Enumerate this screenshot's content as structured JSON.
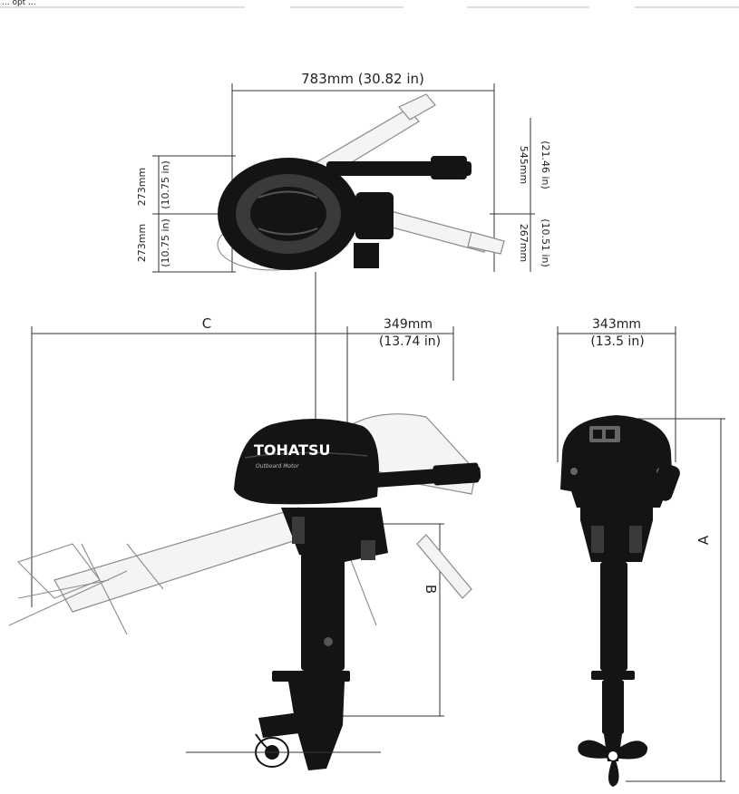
{
  "header_fragment": "... opt ...",
  "brand": "TOHATSU",
  "brand_sub": "Outboard Motor",
  "dimensions": {
    "top_width": "783mm (30.82 in)",
    "top_right_upper": "545mm",
    "top_right_upper_in": "(21.46 in)",
    "top_right_lower": "267mm",
    "top_right_lower_in": "(10.51 in)",
    "top_left_upper": "273mm",
    "top_left_upper_in": "(10.75 in)",
    "top_left_lower": "273mm",
    "top_left_lower_in": "(10.75 in)",
    "side_depth": "349mm",
    "side_depth_in": "(13.74 in)",
    "front_width": "343mm",
    "front_width_in": "(13.5 in)",
    "label_a": "A",
    "label_b": "B",
    "label_c": "C"
  },
  "colors": {
    "engine": "#141414",
    "ghost": "#8a8a8a",
    "dim_line": "#333333"
  }
}
